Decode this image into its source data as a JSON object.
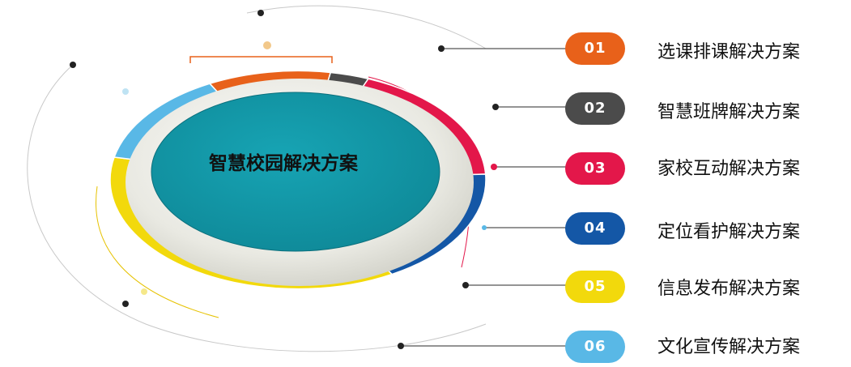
{
  "center": {
    "title": "智慧校园解决方案"
  },
  "items": [
    {
      "num": "01",
      "label": "选课排课解决方案",
      "color": "#E8611A"
    },
    {
      "num": "02",
      "label": "智慧班牌解决方案",
      "color": "#4B4B4B"
    },
    {
      "num": "03",
      "label": "家校互动解决方案",
      "color": "#E3174A"
    },
    {
      "num": "04",
      "label": "定位看护解决方案",
      "color": "#1457A6"
    },
    {
      "num": "05",
      "label": "信息发布解决方案",
      "color": "#F2D90C"
    },
    {
      "num": "06",
      "label": "文化宣传解决方案",
      "color": "#59B8E6"
    }
  ],
  "ring": {
    "inner_color": "#1398A8",
    "plate_color": "#E6E6DF"
  }
}
